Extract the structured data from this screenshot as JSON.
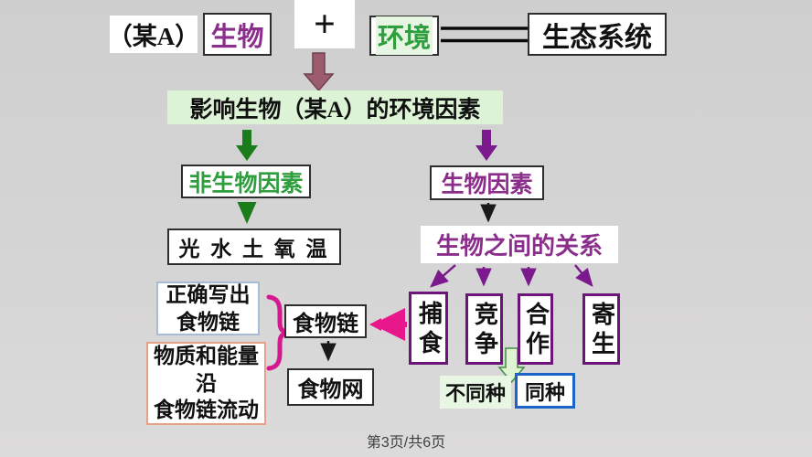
{
  "slide": {
    "footer": "第3页/共6页"
  },
  "formula": {
    "subject_label": "（某A）",
    "organism": "生物",
    "plus": "+",
    "environment": "环境",
    "ecosystem": "生态系统"
  },
  "factors": {
    "env_factors_title": "影响生物（某A）的环境因素",
    "abiotic": "非生物因素",
    "biotic": "生物因素",
    "abiotic_items": "光 水 土 氧 温",
    "relations_title": "生物之间的关系"
  },
  "relations": {
    "predation": "捕食",
    "competition": "竞争",
    "cooperation": "合作",
    "parasitism": "寄生",
    "different_species": "不同种",
    "same_species": "同种"
  },
  "food_chain": {
    "write_note": [
      "正确写出",
      "食物链"
    ],
    "chain": "食物链",
    "web": "食物网",
    "energy_note": [
      "物质和能量",
      "沿",
      "食物链流动"
    ]
  },
  "colors": {
    "background": "#d3d3d3",
    "purple_text": "#8b2d8b",
    "green_text": "#2e9e3e",
    "dark_purple_border": "#6b1578",
    "magenta_accent": "#d6218e",
    "maroon_arrow": "#9c5c6e",
    "pale_green_band": "#ddf3d6",
    "pale_green_fill": "#e8f7e4",
    "blue_border": "#1c64c8",
    "salmon_border": "#e8a088",
    "light_blue_border": "#a8bcd8"
  }
}
